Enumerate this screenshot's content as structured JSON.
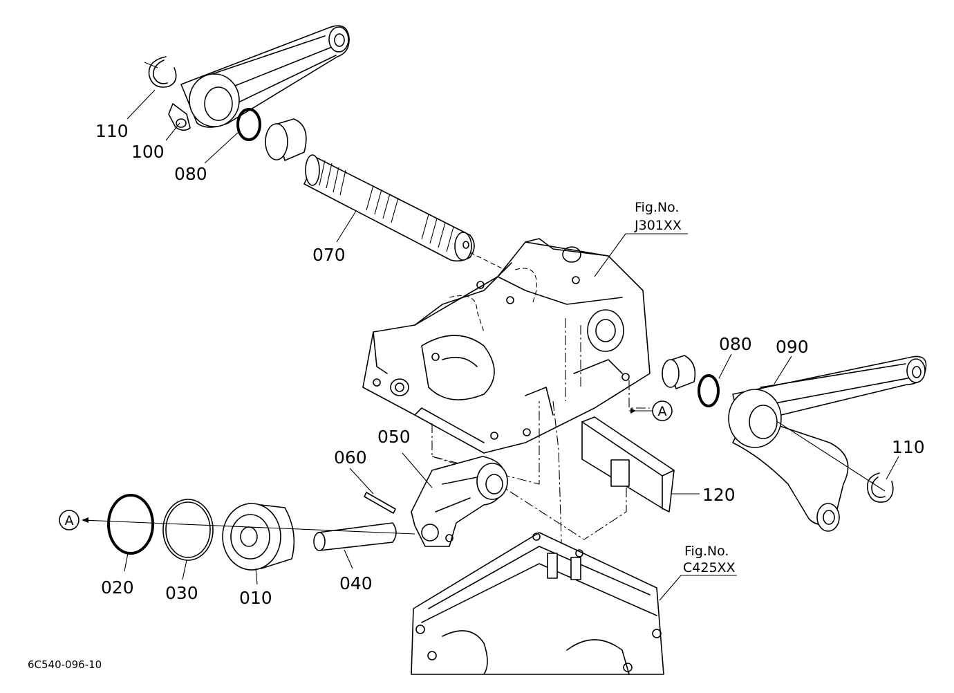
{
  "diagram": {
    "parts": {
      "p010": "010",
      "p020": "020",
      "p030": "030",
      "p040": "040",
      "p050": "050",
      "p060": "060",
      "p070": "070",
      "p080_top": "080",
      "p080_right": "080",
      "p090": "090",
      "p100": "100",
      "p110_top": "110",
      "p110_right": "110",
      "p120": "120"
    },
    "refs": {
      "upper_fig_label": "Fig.No.",
      "upper_fig_code": "J301XX",
      "lower_fig_label": "Fig.No.",
      "lower_fig_code": "C425XX",
      "marker_a": "A"
    },
    "drawing_code": "6C540-096-10"
  }
}
